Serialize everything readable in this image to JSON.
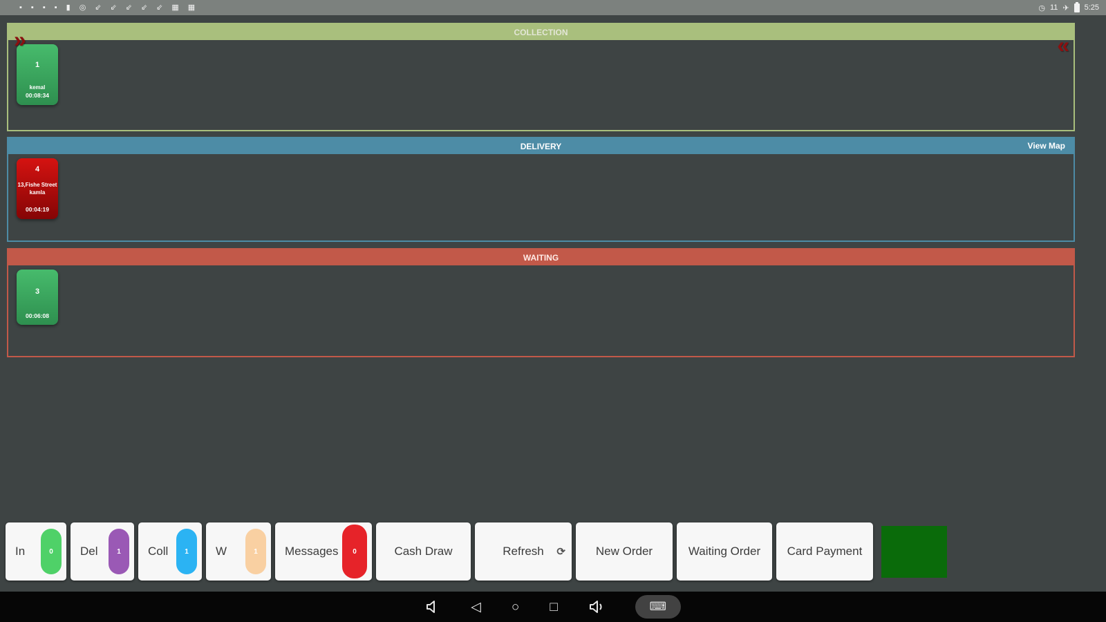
{
  "status_bar": {
    "time": "5:25",
    "left_icons": [
      "▪",
      "▪",
      "▪",
      "▪",
      "▮",
      "◎",
      "⇙",
      "⇙",
      "⇙",
      "⇙",
      "⇙",
      "▦",
      "▦"
    ],
    "right": {
      "alarm_glyph": "◷",
      "network_label": "11",
      "airplane_glyph": "✈"
    }
  },
  "sections": {
    "collection": {
      "title": "COLLECTION",
      "expand_glyph": "»",
      "collapse_glyph": "«",
      "card": {
        "number": "1",
        "name": "kemal",
        "time": "00:08:34"
      }
    },
    "delivery": {
      "title": "DELIVERY",
      "view_map_label": "View Map",
      "card": {
        "number": "4",
        "address_line1": "13,Fishe Street",
        "address_line2": "kamla",
        "time": "00:04:19"
      }
    },
    "waiting": {
      "title": "WAITING",
      "card": {
        "number": "3",
        "time": "00:06:08"
      }
    }
  },
  "toolbar": {
    "counters": [
      {
        "label": "In",
        "count": "0",
        "color": "#4fd168"
      },
      {
        "label": "Del",
        "count": "1",
        "color": "#9a59b5"
      },
      {
        "label": "Coll",
        "count": "1",
        "color": "#2bb3f3"
      },
      {
        "label": "W",
        "count": "1",
        "color": "#f9d0a2"
      },
      {
        "label": "Messages",
        "count": "0",
        "color": "#e62329"
      }
    ],
    "buttons": [
      {
        "label": "Cash Draw"
      },
      {
        "label": "Refresh"
      },
      {
        "label": "New Order"
      },
      {
        "label": "Waiting Order"
      },
      {
        "label": "Card Payment"
      }
    ],
    "refresh_glyph": "⟳"
  },
  "navbar": {
    "back_glyph": "◁",
    "home_glyph": "○",
    "recents_glyph": "□",
    "keyboard_glyph": "⌨"
  },
  "colors": {
    "collection_accent": "#a9bf7d",
    "delivery_accent": "#4d8ca6",
    "waiting_accent": "#c25949",
    "green_panel": "#0a6b0a"
  }
}
